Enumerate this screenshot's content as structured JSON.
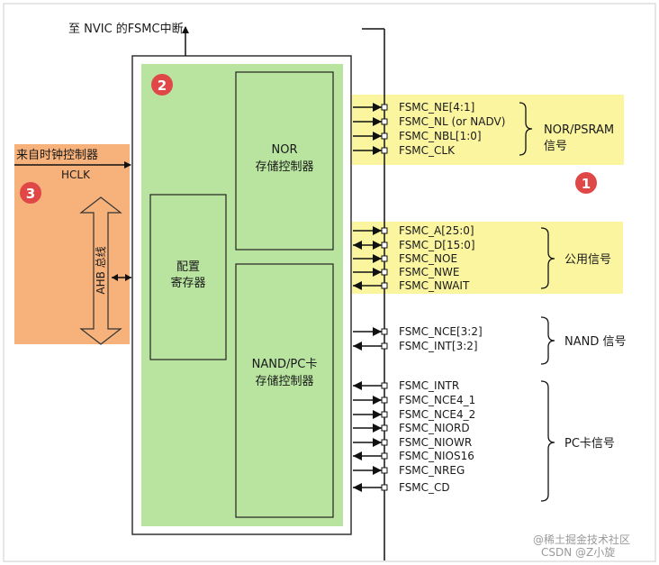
{
  "top_label": "至 NVIC 的FSMC中断",
  "clock": {
    "title": "来自时钟控制器",
    "signal": "HCLK"
  },
  "ahb_label": "AHB 总线",
  "blocks": {
    "config": [
      "配置",
      "寄存器"
    ],
    "nor": [
      "NOR",
      "存储控制器"
    ],
    "nand": [
      "NAND/PC卡",
      "存储控制器"
    ]
  },
  "markers": [
    "1",
    "2",
    "3"
  ],
  "groups": [
    {
      "name": "nor",
      "label_lines": [
        "NOR/PSRAM",
        "信号"
      ],
      "signals": [
        "FSMC_NE[4:1]",
        "FSMC_NL (or NADV)",
        "FSMC_NBL[1:0]",
        "FSMC_CLK"
      ]
    },
    {
      "name": "common",
      "label_lines": [
        "公用信号"
      ],
      "signals": [
        "FSMC_A[25:0]",
        "FSMC_D[15:0]",
        "FSMC_NOE",
        "FSMC_NWE",
        "FSMC_NWAIT"
      ]
    },
    {
      "name": "nand",
      "label_lines": [
        "NAND 信号"
      ],
      "signals": [
        "FSMC_NCE[3:2]",
        "FSMC_INT[3:2]"
      ]
    },
    {
      "name": "pc",
      "label_lines": [
        "PC卡信号"
      ],
      "signals": [
        "FSMC_INTR",
        "FSMC_NCE4_1",
        "FSMC_NCE4_2",
        "FSMC_NIORD",
        "FSMC_NIOWR",
        "FSMC_NIOS16",
        "FSMC_NREG",
        "FSMC_CD"
      ]
    }
  ],
  "watermark": [
    "@稀土掘金技术社区",
    "CSDN @Z小旋"
  ],
  "colors": {
    "green": "#b8e4a0",
    "yellow": "#fbf5a0",
    "orange": "#f6b27a",
    "red": "#e04848"
  }
}
